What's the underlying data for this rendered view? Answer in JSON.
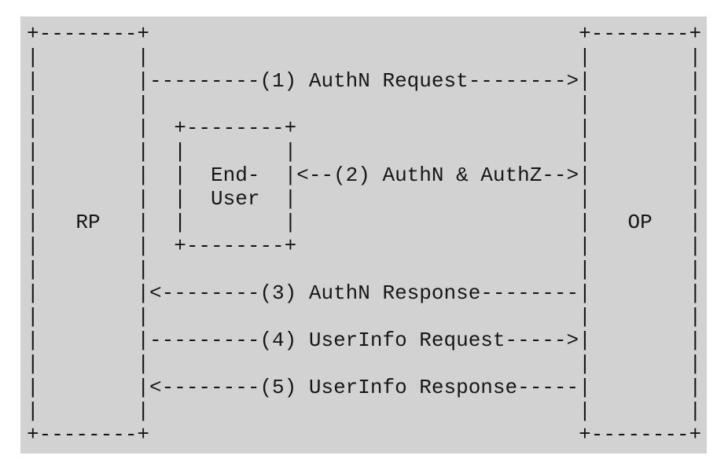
{
  "page": {
    "background": "#ffffff"
  },
  "panel": {
    "background": "#d2d2d2",
    "text_color": "#161616"
  },
  "diagram": {
    "type": "ascii-flow",
    "actors": [
      {
        "id": "rp",
        "label": "RP"
      },
      {
        "id": "end-user",
        "label": "End-User",
        "display_lines": [
          "End-",
          "User"
        ]
      },
      {
        "id": "op",
        "label": "OP"
      }
    ],
    "steps": [
      {
        "number": "(1)",
        "label": "AuthN Request",
        "from": "RP",
        "to": "OP",
        "arrow": "->"
      },
      {
        "number": "(2)",
        "label": "AuthN & AuthZ",
        "from": "End-User",
        "to": "OP",
        "arrow": "<->"
      },
      {
        "number": "(3)",
        "label": "AuthN Response",
        "from": "OP",
        "to": "RP",
        "arrow": "<-"
      },
      {
        "number": "(4)",
        "label": "UserInfo Request",
        "from": "RP",
        "to": "OP",
        "arrow": "->"
      },
      {
        "number": "(5)",
        "label": "UserInfo Response",
        "from": "OP",
        "to": "RP",
        "arrow": "<-"
      }
    ],
    "lines": [
      "+--------+                                   +--------+",
      "|        |                                   |        |",
      "|        |---------(1) AuthN Request-------->|        |",
      "|        |                                   |        |",
      "|        |  +--------+                       |        |",
      "|        |  |        |                       |        |",
      "|        |  |  End-  |<--(2) AuthN & AuthZ-->|        |",
      "|        |  |  User  |                       |        |",
      "|   RP   |  |        |                       |   OP   |",
      "|        |  +--------+                       |        |",
      "|        |                                   |        |",
      "|        |<--------(3) AuthN Response--------|        |",
      "|        |                                   |        |",
      "|        |---------(4) UserInfo Request----->|        |",
      "|        |                                   |        |",
      "|        |<--------(5) UserInfo Response-----|        |",
      "|        |                                   |        |",
      "+--------+                                   +--------+"
    ]
  }
}
